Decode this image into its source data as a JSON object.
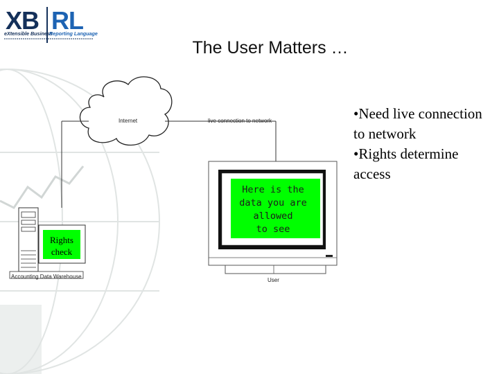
{
  "logo": {
    "wordmark": "XBRL",
    "tagline_left": "eXtensible Business",
    "tagline_right": "Reporting Language"
  },
  "slide": {
    "title": "The User Matters …"
  },
  "diagram": {
    "cloud_label": "Internet",
    "connection_label": "live connection to network",
    "screen_text": "Here is the\ndata you are\nallowed\nto see",
    "rights_label": "Rights\ncheck",
    "server_label": "Accounting Data Warehouse",
    "user_label": "User"
  },
  "bullets": [
    "•Need live connection to network",
    "•Rights determine access"
  ],
  "colors": {
    "screen_green": "#00ff00",
    "rights_green": "#00ff00",
    "logo_navy": "#14305a",
    "logo_blue": "#1d63b3"
  }
}
